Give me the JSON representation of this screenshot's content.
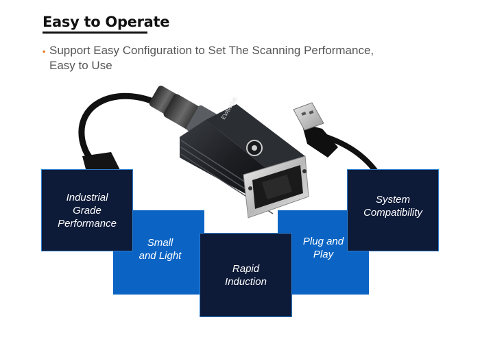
{
  "header": {
    "title": "Easy to Operate",
    "bullet": "Support Easy Configuration to Set The Scanning Performance, Easy to Use"
  },
  "colors": {
    "dark_box": "#0d1a38",
    "blue_box": "#0b64c4",
    "bullet_accent": "#e8741e"
  },
  "product": {
    "device_brand": "EVAWGIB"
  },
  "features": [
    {
      "label": "Industrial\nGrade\nPerformance",
      "style": "dark"
    },
    {
      "label": "Small\nand Light",
      "style": "blue"
    },
    {
      "label": "Rapid\nInduction",
      "style": "dark"
    },
    {
      "label": "Plug and\nPlay",
      "style": "blue"
    },
    {
      "label": "System\nCompatibility",
      "style": "dark"
    }
  ]
}
